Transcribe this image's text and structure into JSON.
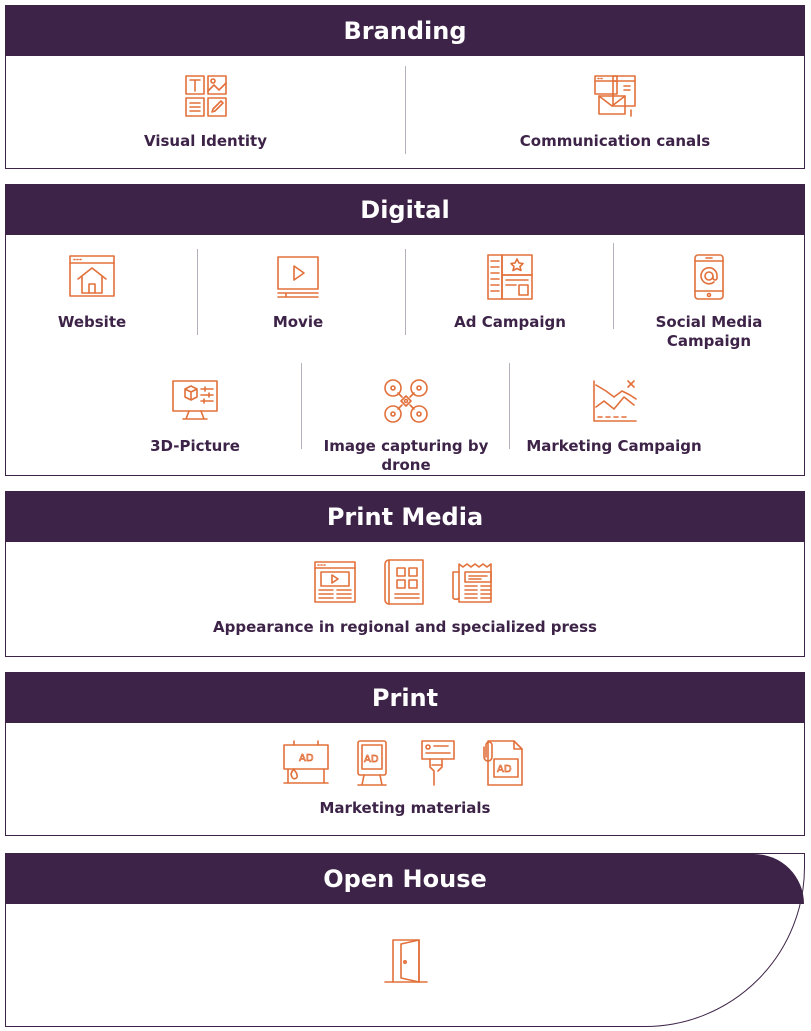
{
  "branding": {
    "title": "Branding",
    "items": [
      {
        "label": "Visual Identity",
        "icon": "visual-identity-icon"
      },
      {
        "label": "Communication canals",
        "icon": "communication-icon"
      }
    ]
  },
  "digital": {
    "title": "Digital",
    "row1": [
      {
        "label": "Website",
        "icon": "website-icon"
      },
      {
        "label": "Movie",
        "icon": "movie-icon"
      },
      {
        "label": "Ad Campaign",
        "icon": "ad-campaign-icon"
      },
      {
        "label": "Social Media Campaign",
        "icon": "social-media-icon"
      }
    ],
    "row2": [
      {
        "label": "3D-Picture",
        "icon": "3d-picture-icon"
      },
      {
        "label": "Image capturing by drone",
        "icon": "drone-icon"
      },
      {
        "label": "Marketing Campaign",
        "icon": "marketing-chart-icon"
      }
    ]
  },
  "print_media": {
    "title": "Print Media",
    "label": "Appearance in regional and specialized press",
    "icons": [
      "web-article-icon",
      "magazine-icon",
      "newspaper-icon"
    ]
  },
  "print": {
    "title": "Print",
    "label": "Marketing materials",
    "icons": [
      "billboard-icon",
      "poster-stand-icon",
      "flyer-hand-icon",
      "ad-document-icon"
    ],
    "ad_text": "AD"
  },
  "open_house": {
    "title": "Open House",
    "icon": "door-icon"
  },
  "colors": {
    "primary": "#3d2347",
    "accent": "#e2703a"
  }
}
